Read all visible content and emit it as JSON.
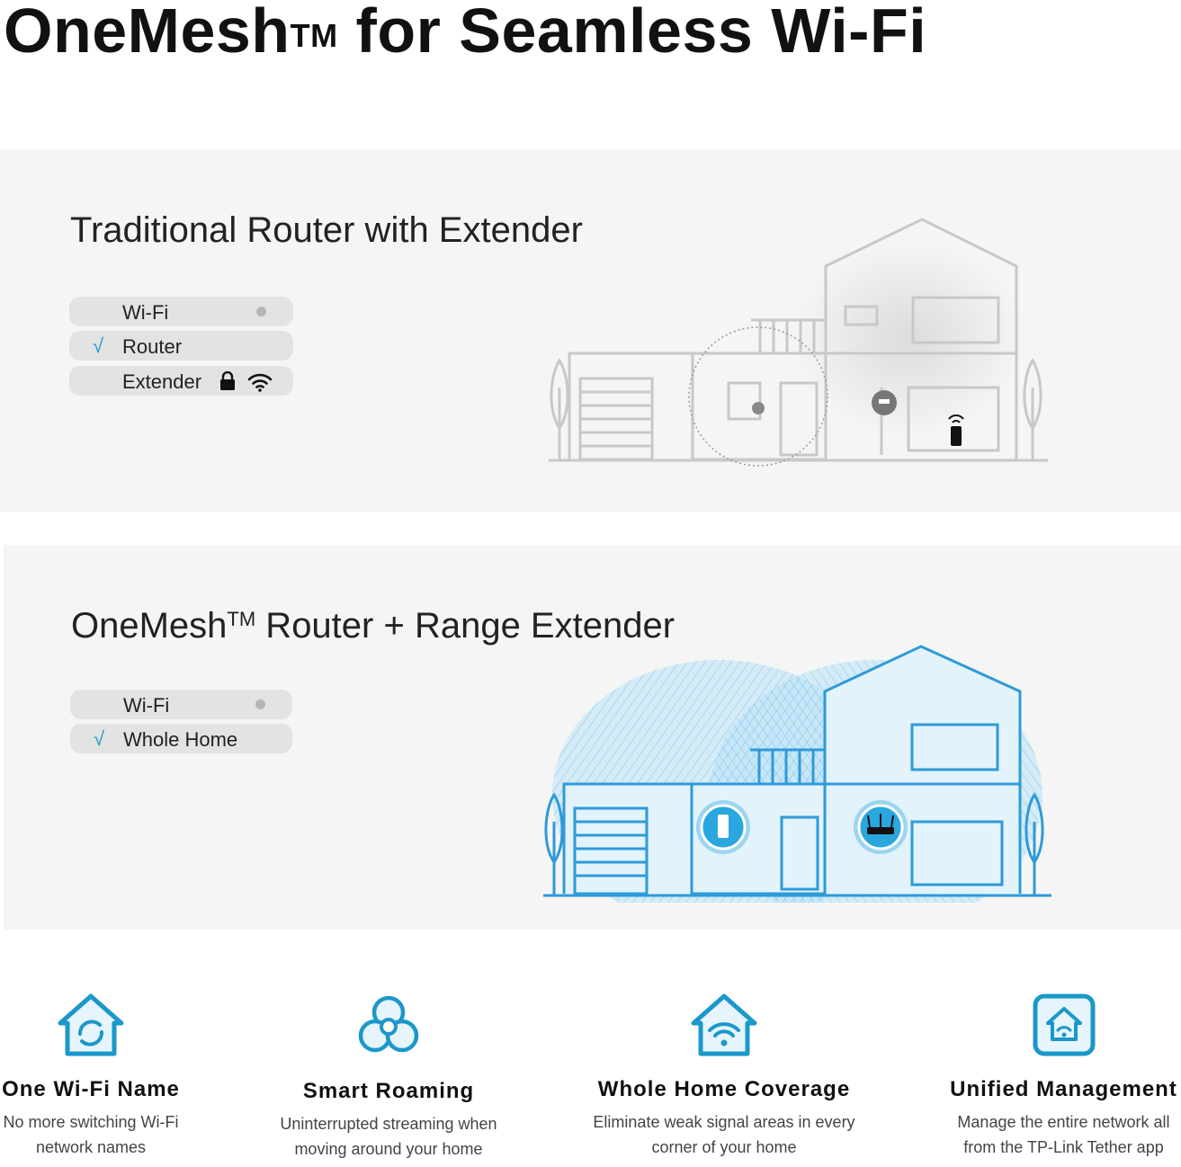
{
  "headline": {
    "main": "OneMesh",
    "tm": "TM",
    "rest": " for Seamless Wi-Fi"
  },
  "traditional": {
    "title": "Traditional Router with Extender",
    "rows": [
      {
        "check": "",
        "label": "Wi-Fi"
      },
      {
        "check": "√",
        "label": "Router"
      },
      {
        "check": "",
        "label": "Extender"
      }
    ]
  },
  "onemesh": {
    "title_main": "OneMesh",
    "title_tm": "TM",
    "title_rest": " Router + Range Extender",
    "rows": [
      {
        "check": "",
        "label": "Wi-Fi"
      },
      {
        "check": "√",
        "label": "Whole Home"
      }
    ]
  },
  "features": [
    {
      "icon": "house-sync-icon",
      "title": "One Wi-Fi Name",
      "desc_line1": "No more switching Wi-Fi",
      "desc_line2": "network names"
    },
    {
      "icon": "roaming-circles-icon",
      "title": "Smart Roaming",
      "desc_line1": "Uninterrupted streaming when",
      "desc_line2": "moving around your home"
    },
    {
      "icon": "house-wifi-icon",
      "title": "Whole Home Coverage",
      "desc_line1": "Eliminate weak signal areas in every",
      "desc_line2": "corner of your home"
    },
    {
      "icon": "app-house-icon",
      "title": "Unified Management",
      "desc_line1": "Manage the entire network all",
      "desc_line2": "from the TP-Link Tether app"
    }
  ],
  "colors": {
    "accent": "#1b98c9",
    "panel_bg": "#f5f5f5",
    "pill_bg": "#e3e3e3",
    "house_grey": "#c8c8c8",
    "coverage_blue": "#53b9ee"
  }
}
